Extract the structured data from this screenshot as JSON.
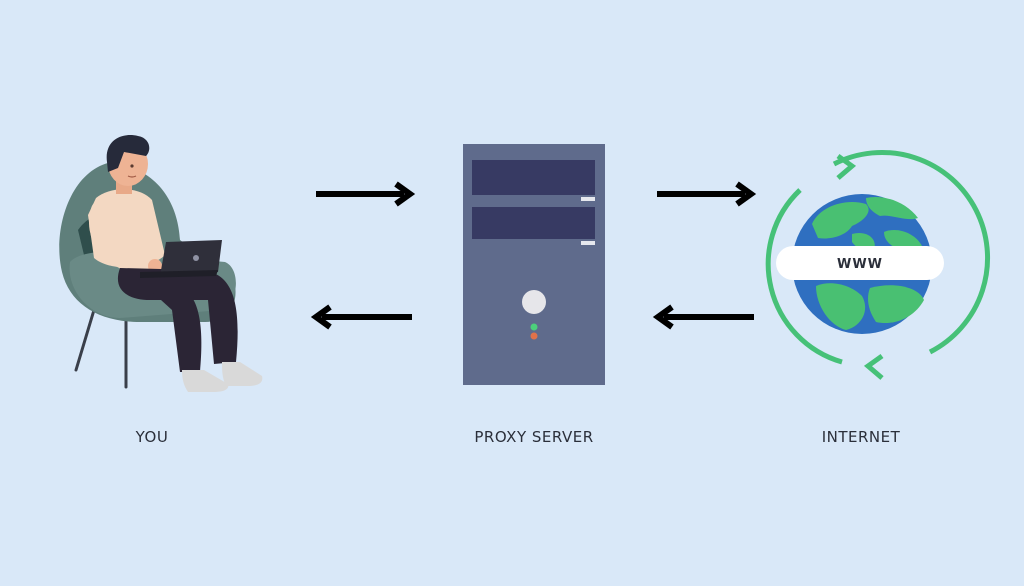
{
  "labels": {
    "you": "YOU",
    "proxy": "PROXY SERVER",
    "internet": "INTERNET"
  },
  "globe": {
    "banner": "WWW"
  },
  "colors": {
    "background": "#d9e8f8",
    "arrow": "#000000",
    "server_body": "#5f6b8c",
    "server_bay": "#373a63",
    "globe_ocean": "#2f6fc0",
    "globe_land": "#49c072",
    "cycle_arrows": "#46c178",
    "chair": "#5f7f7b",
    "shirt": "#f3d8c2",
    "pants": "#2b2535"
  },
  "icons": [
    "person-on-chair-icon",
    "server-tower-icon",
    "globe-icon"
  ]
}
